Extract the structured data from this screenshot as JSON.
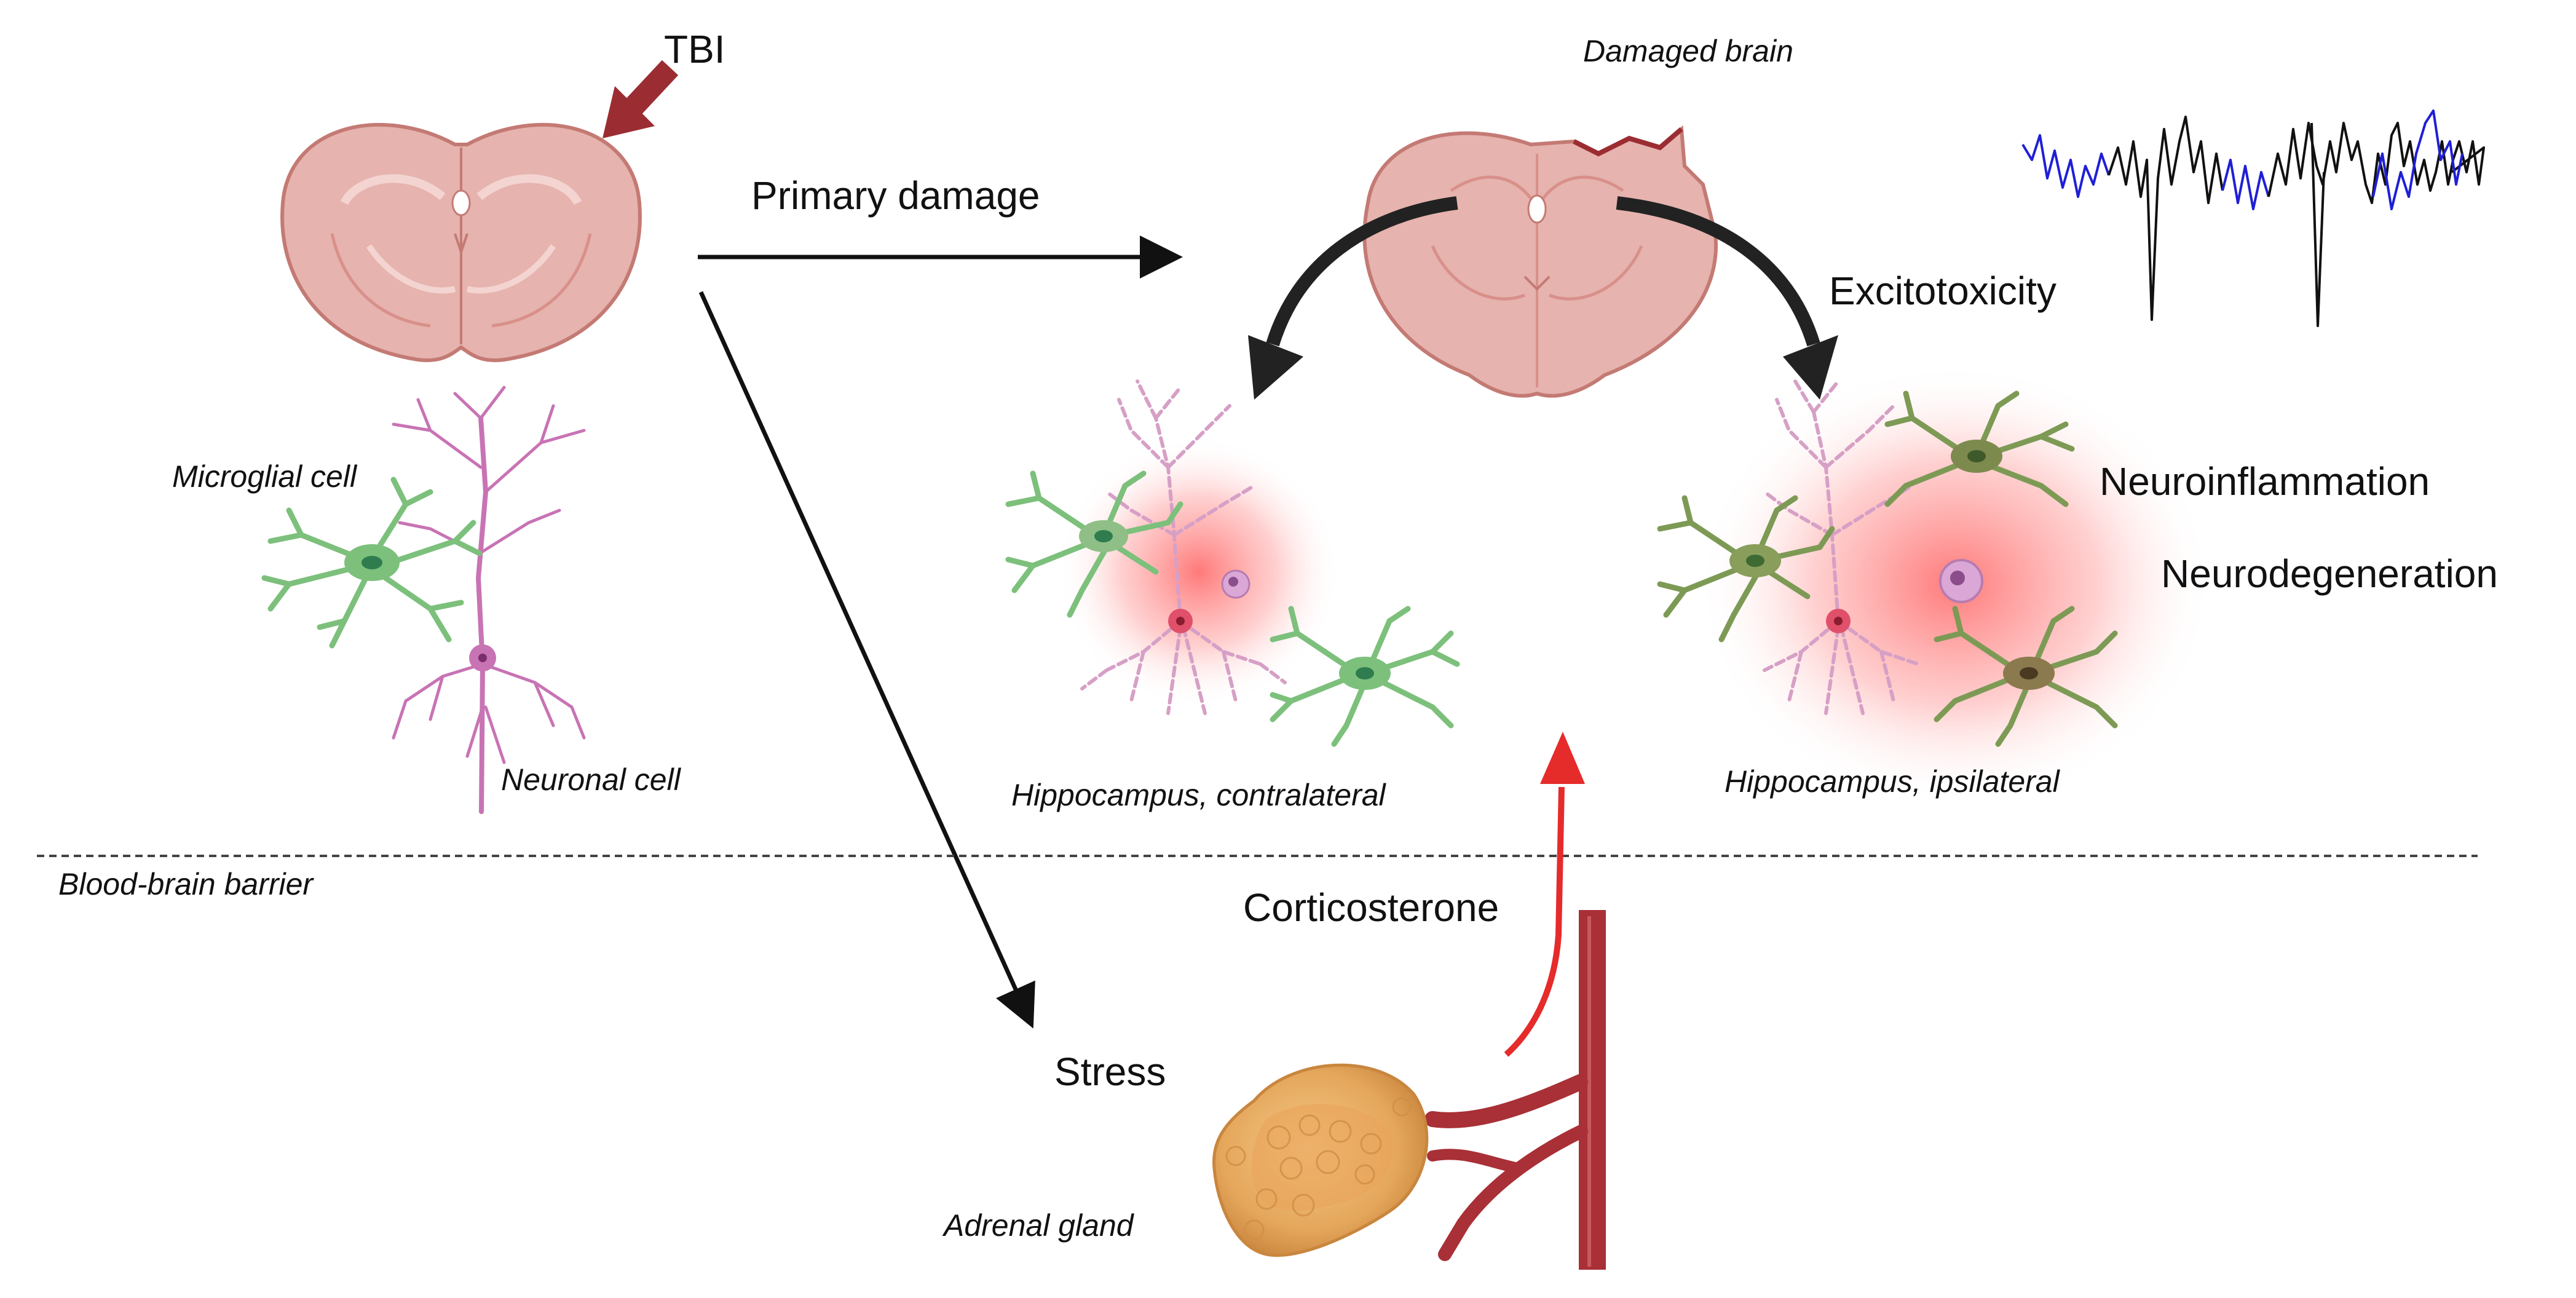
{
  "labels": {
    "tbi": "TBI",
    "damaged_brain": "Damaged brain",
    "primary_damage": "Primary damage",
    "excitotoxicity": "Excitotoxicity",
    "microglial_cell": "Microglial cell",
    "neuronal_cell": "Neuronal cell",
    "neuroinflammation": "Neuroinflammation",
    "neurodegeneration": "Neurodegeneration",
    "hippo_contra": "Hippocampus, contralateral",
    "hippo_ipsi": "Hippocampus, ipsilateral",
    "bbb": "Blood-brain barrier",
    "corticosterone": "Corticosterone",
    "stress": "Stress",
    "adrenal_gland": "Adrenal gland"
  },
  "colors": {
    "brain_fill": "#e6b3ae",
    "brain_stroke": "#c47a74",
    "tbi_arrow": "#9b2d32",
    "microglia": "#7cc07c",
    "microglia_nucleus": "#2f7d4f",
    "neuron": "#c873b4",
    "inflammation": "#ff5a5a",
    "eeg_blue": "#1f1fd6",
    "eeg_black": "#111111",
    "corticosterone_arrow": "#e62b2b",
    "vessel": "#a83036",
    "adrenal": "#eab56c"
  }
}
